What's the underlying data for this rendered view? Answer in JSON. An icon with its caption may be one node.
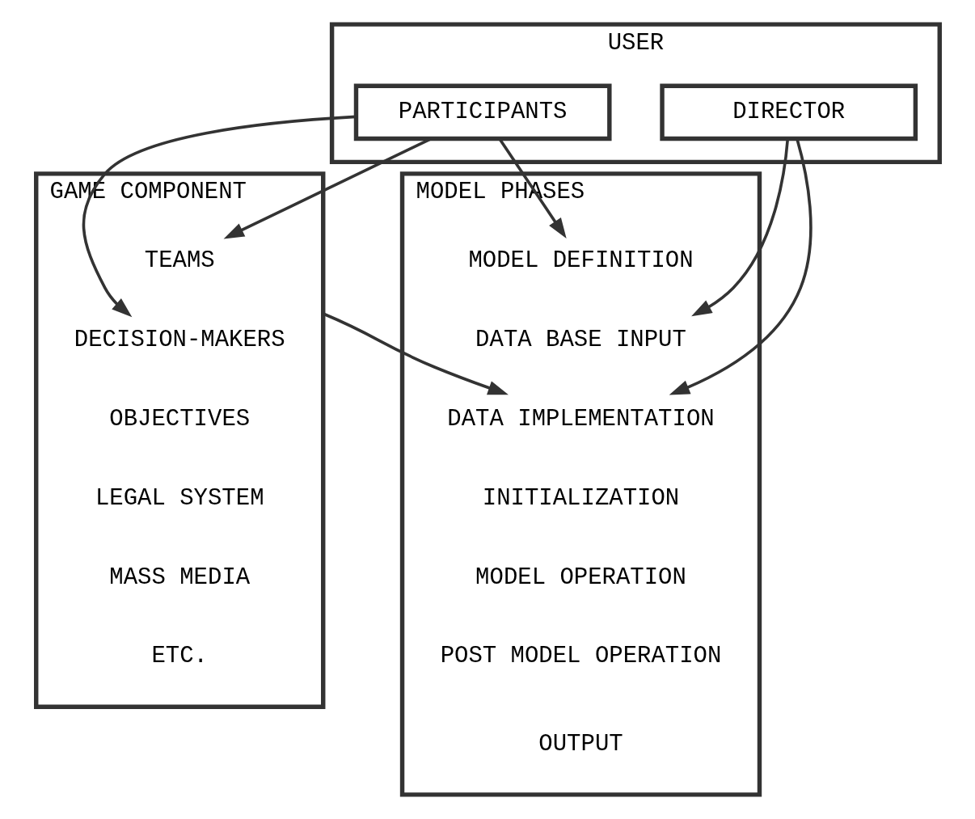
{
  "diagram": {
    "nodes": [
      {
        "text": [
          "USER"
        ]
      },
      {
        "text": [
          "PARTICIPANTS"
        ],
        "in": 0
      },
      {
        "text": [
          "DIRECTOR"
        ],
        "in": 0
      },
      {
        "text": [
          "GAME COMPONENT"
        ]
      },
      {
        "text": [
          "TEAMS"
        ],
        "in": 3
      },
      {
        "text": [
          "DECISION-MAKERS"
        ],
        "in": 3
      },
      {
        "text": [
          "OBJECTIVES"
        ],
        "in": 3
      },
      {
        "text": [
          "LEGAL SYSTEM"
        ],
        "in": 3
      },
      {
        "text": [
          "MASS MEDIA"
        ],
        "in": 3
      },
      {
        "text": [
          "ETC."
        ],
        "in": 3
      },
      {
        "text": [
          "MODEL PHASES"
        ]
      },
      {
        "text": [
          "MODEL DEFINITION"
        ],
        "in": 10
      },
      {
        "text": [
          "DATA BASE INPUT"
        ],
        "in": 10
      },
      {
        "text": [
          "DATA IMPLEMENTATION"
        ],
        "in": 10
      },
      {
        "text": [
          "INITIALIZATION"
        ],
        "in": 10
      },
      {
        "text": [
          "MODEL OPERATION"
        ],
        "in": 10
      },
      {
        "text": [
          "POST MODEL OPERATION"
        ],
        "in": 10
      },
      {
        "text": [
          "OUTPUT"
        ],
        "in": 10
      }
    ],
    "edges": [
      {
        "from": 1,
        "to": 4,
        "arrow": "to"
      },
      {
        "from": 1,
        "to": 11,
        "arrow": "to"
      },
      {
        "from": 1,
        "to": 5,
        "arrow": "to"
      },
      {
        "from": 2,
        "to": 12,
        "arrow": "to"
      },
      {
        "from": 2,
        "to": 13,
        "arrow": "to"
      },
      {
        "from": 3,
        "to": 13,
        "arrow": "to"
      }
    ]
  }
}
